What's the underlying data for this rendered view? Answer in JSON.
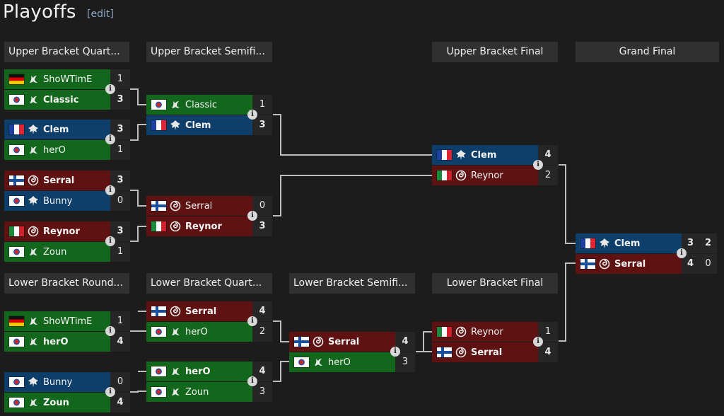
{
  "page": {
    "title": "Playoffs",
    "edit_label": "[edit]"
  },
  "headers": {
    "ubq": "Upper Bracket Quart...",
    "ubs": "Upper Bracket Semifi...",
    "ubf": "Upper Bracket Final",
    "gf": "Grand Final",
    "lbr": "Lower Bracket Round...",
    "lbq": "Lower Bracket Quart...",
    "lbs": "Lower Bracket Semifi...",
    "lbf": "Lower Bracket Final"
  },
  "colors": {
    "green": "#13671c",
    "blue": "#0d3f6a",
    "red": "#5e1212",
    "background": "#1c1c1c"
  },
  "icons": {
    "info": "i",
    "zerg_race": "zerg-race-icon",
    "protoss_race": "protoss-race-icon",
    "terran_race": "terran-race-icon"
  },
  "matches": {
    "ubq1": [
      {
        "name": "ShoWTimE",
        "score": "1",
        "flag": "de",
        "race": "protoss",
        "color": "green",
        "win": false
      },
      {
        "name": "Classic",
        "score": "3",
        "flag": "kr",
        "race": "protoss",
        "color": "green",
        "win": true
      }
    ],
    "ubq2": [
      {
        "name": "Clem",
        "score": "3",
        "flag": "fr",
        "race": "terran",
        "color": "blue",
        "win": true
      },
      {
        "name": "herO",
        "score": "1",
        "flag": "kr",
        "race": "protoss",
        "color": "green",
        "win": false
      }
    ],
    "ubq3": [
      {
        "name": "Serral",
        "score": "3",
        "flag": "fi",
        "race": "zerg",
        "color": "red",
        "win": true
      },
      {
        "name": "Bunny",
        "score": "0",
        "flag": "kr",
        "race": "terran",
        "color": "blue",
        "win": false
      }
    ],
    "ubq4": [
      {
        "name": "Reynor",
        "score": "3",
        "flag": "it",
        "race": "zerg",
        "color": "red",
        "win": true
      },
      {
        "name": "Zoun",
        "score": "1",
        "flag": "kr",
        "race": "protoss",
        "color": "green",
        "win": false
      }
    ],
    "ubs1": [
      {
        "name": "Classic",
        "score": "1",
        "flag": "kr",
        "race": "protoss",
        "color": "green",
        "win": false
      },
      {
        "name": "Clem",
        "score": "3",
        "flag": "fr",
        "race": "terran",
        "color": "blue",
        "win": true
      }
    ],
    "ubs2": [
      {
        "name": "Serral",
        "score": "0",
        "flag": "fi",
        "race": "zerg",
        "color": "red",
        "win": false
      },
      {
        "name": "Reynor",
        "score": "3",
        "flag": "it",
        "race": "zerg",
        "color": "red",
        "win": true
      }
    ],
    "ubf": [
      {
        "name": "Clem",
        "score": "4",
        "flag": "fr",
        "race": "terran",
        "color": "blue",
        "win": true
      },
      {
        "name": "Reynor",
        "score": "2",
        "flag": "it",
        "race": "zerg",
        "color": "red",
        "win": false
      }
    ],
    "gf": [
      {
        "name": "Clem",
        "score": "3",
        "score2": "2",
        "flag": "fr",
        "race": "terran",
        "color": "blue",
        "win": true,
        "win2": true
      },
      {
        "name": "Serral",
        "score": "4",
        "score2": "0",
        "flag": "fi",
        "race": "zerg",
        "color": "red",
        "win": true,
        "win2": false
      }
    ],
    "lbr1": [
      {
        "name": "ShoWTimE",
        "score": "1",
        "flag": "de",
        "race": "protoss",
        "color": "green",
        "win": false
      },
      {
        "name": "herO",
        "score": "4",
        "flag": "kr",
        "race": "protoss",
        "color": "green",
        "win": true
      }
    ],
    "lbr2": [
      {
        "name": "Bunny",
        "score": "0",
        "flag": "kr",
        "race": "terran",
        "color": "blue",
        "win": false
      },
      {
        "name": "Zoun",
        "score": "4",
        "flag": "kr",
        "race": "protoss",
        "color": "green",
        "win": true
      }
    ],
    "lbq1": [
      {
        "name": "Serral",
        "score": "4",
        "flag": "fi",
        "race": "zerg",
        "color": "red",
        "win": true
      },
      {
        "name": "herO",
        "score": "2",
        "flag": "kr",
        "race": "protoss",
        "color": "green",
        "win": false
      }
    ],
    "lbq2": [
      {
        "name": "herO",
        "score": "4",
        "flag": "kr",
        "race": "protoss",
        "color": "green",
        "win": true
      },
      {
        "name": "Zoun",
        "score": "3",
        "flag": "kr",
        "race": "protoss",
        "color": "green",
        "win": false
      }
    ],
    "lbs": [
      {
        "name": "Serral",
        "score": "4",
        "flag": "fi",
        "race": "zerg",
        "color": "red",
        "win": true
      },
      {
        "name": "herO",
        "score": "3",
        "flag": "kr",
        "race": "protoss",
        "color": "green",
        "win": false
      }
    ],
    "lbf": [
      {
        "name": "Reynor",
        "score": "1",
        "flag": "it",
        "race": "zerg",
        "color": "red",
        "win": false
      },
      {
        "name": "Serral",
        "score": "4",
        "flag": "fi",
        "race": "zerg",
        "color": "red",
        "win": true
      }
    ]
  }
}
